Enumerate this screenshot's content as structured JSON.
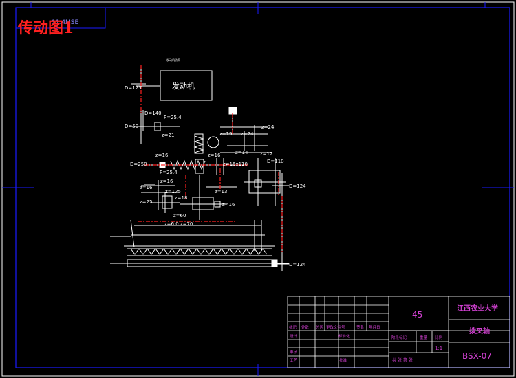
{
  "sheet": {
    "overlay_title": "传动图1",
    "corner_code": "11.4MSE"
  },
  "labels": {
    "top_small": "发动机功率",
    "engine": "发动机",
    "d125": "D=125",
    "d140": "D=140",
    "d50": "D=50",
    "p254a": "P=25.4",
    "z21": "z=21",
    "z19": "z=19",
    "z24": "z=24",
    "z24b": "z=24",
    "z14": "z=14",
    "z12": "z=12",
    "z16a": "z=16",
    "z16b": "z=16",
    "z16x110": "z=16x110",
    "d110": "D=110",
    "d250": "D=250",
    "p254b": "P=25.4",
    "z16c": "z=16",
    "z16d": "z=16",
    "z125": "z=125",
    "z25": "z=25",
    "z18": "z=18",
    "z13": "z=13",
    "z16e": "z=16",
    "z60": "z=60",
    "z70": "z=6.0 z=70",
    "d124a": "D=124",
    "d124b": "D=124"
  },
  "title_block": {
    "material": "45",
    "school": "江西农业大学",
    "part_name": "拨叉轴",
    "drawing_no": "BSX-07",
    "scale": "1:1",
    "rev_headers": [
      "标记",
      "处数",
      "分区",
      "更改文件号",
      "签名",
      "年月日"
    ],
    "left_rows": [
      "设计",
      "标准化",
      "审核",
      "工艺",
      "批准"
    ],
    "stage_headers": [
      "阶段标记",
      "重量",
      "比例"
    ],
    "sheet_info": "共 张 第 张"
  },
  "colors": {
    "frame": "#1a1aff",
    "lines": "#ffffff",
    "centerline": "#ff2020",
    "magenta": "#d040d0"
  }
}
